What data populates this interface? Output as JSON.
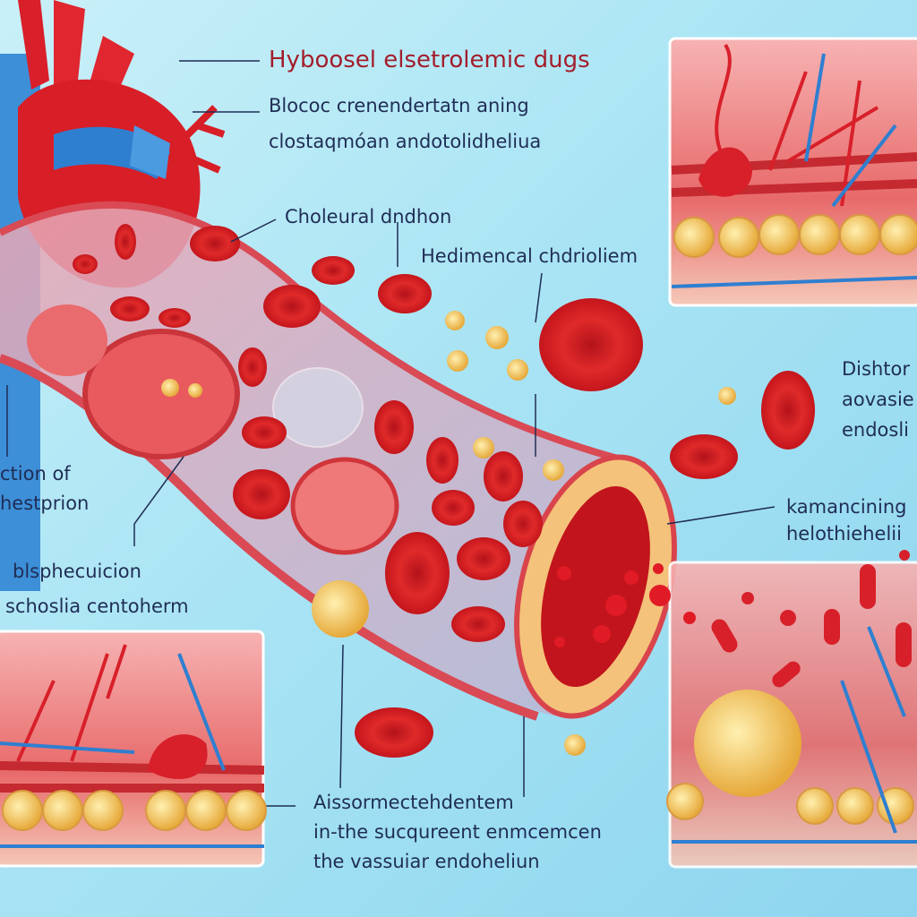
{
  "title": "Hyboosel elsetrolemic dugs",
  "labels": {
    "blood_line1": "Blococ crenendertatn aning",
    "blood_line2": "clostaqmóan andotolidheliua",
    "choleural": "Choleural dndhon",
    "hedimencal": "Hedimencal chdrioliem",
    "dishtor_line1": "Dishtor",
    "dishtor_line2": "aovasie",
    "dishtor_line3": "endosli",
    "kamancining_line1": "kamancining",
    "kamancining_line2": "helothiehelii",
    "action_line1": "ction of",
    "action_line2": "hestprion",
    "blsphe_line1": "blsphecuicion",
    "blsphe_line2": "schoslia centoherm",
    "bottom_line1": "Aissormectehdentem",
    "bottom_line2": "in-the sucqureent enmcemcen",
    "bottom_line3": "the vassuiar endoheliun"
  },
  "colors": {
    "title": "#a31d2c",
    "text": "#1f2d55",
    "blood_cell": "#d61f26",
    "vein": "#2f7fd0",
    "plaque": "#f2c35a"
  }
}
